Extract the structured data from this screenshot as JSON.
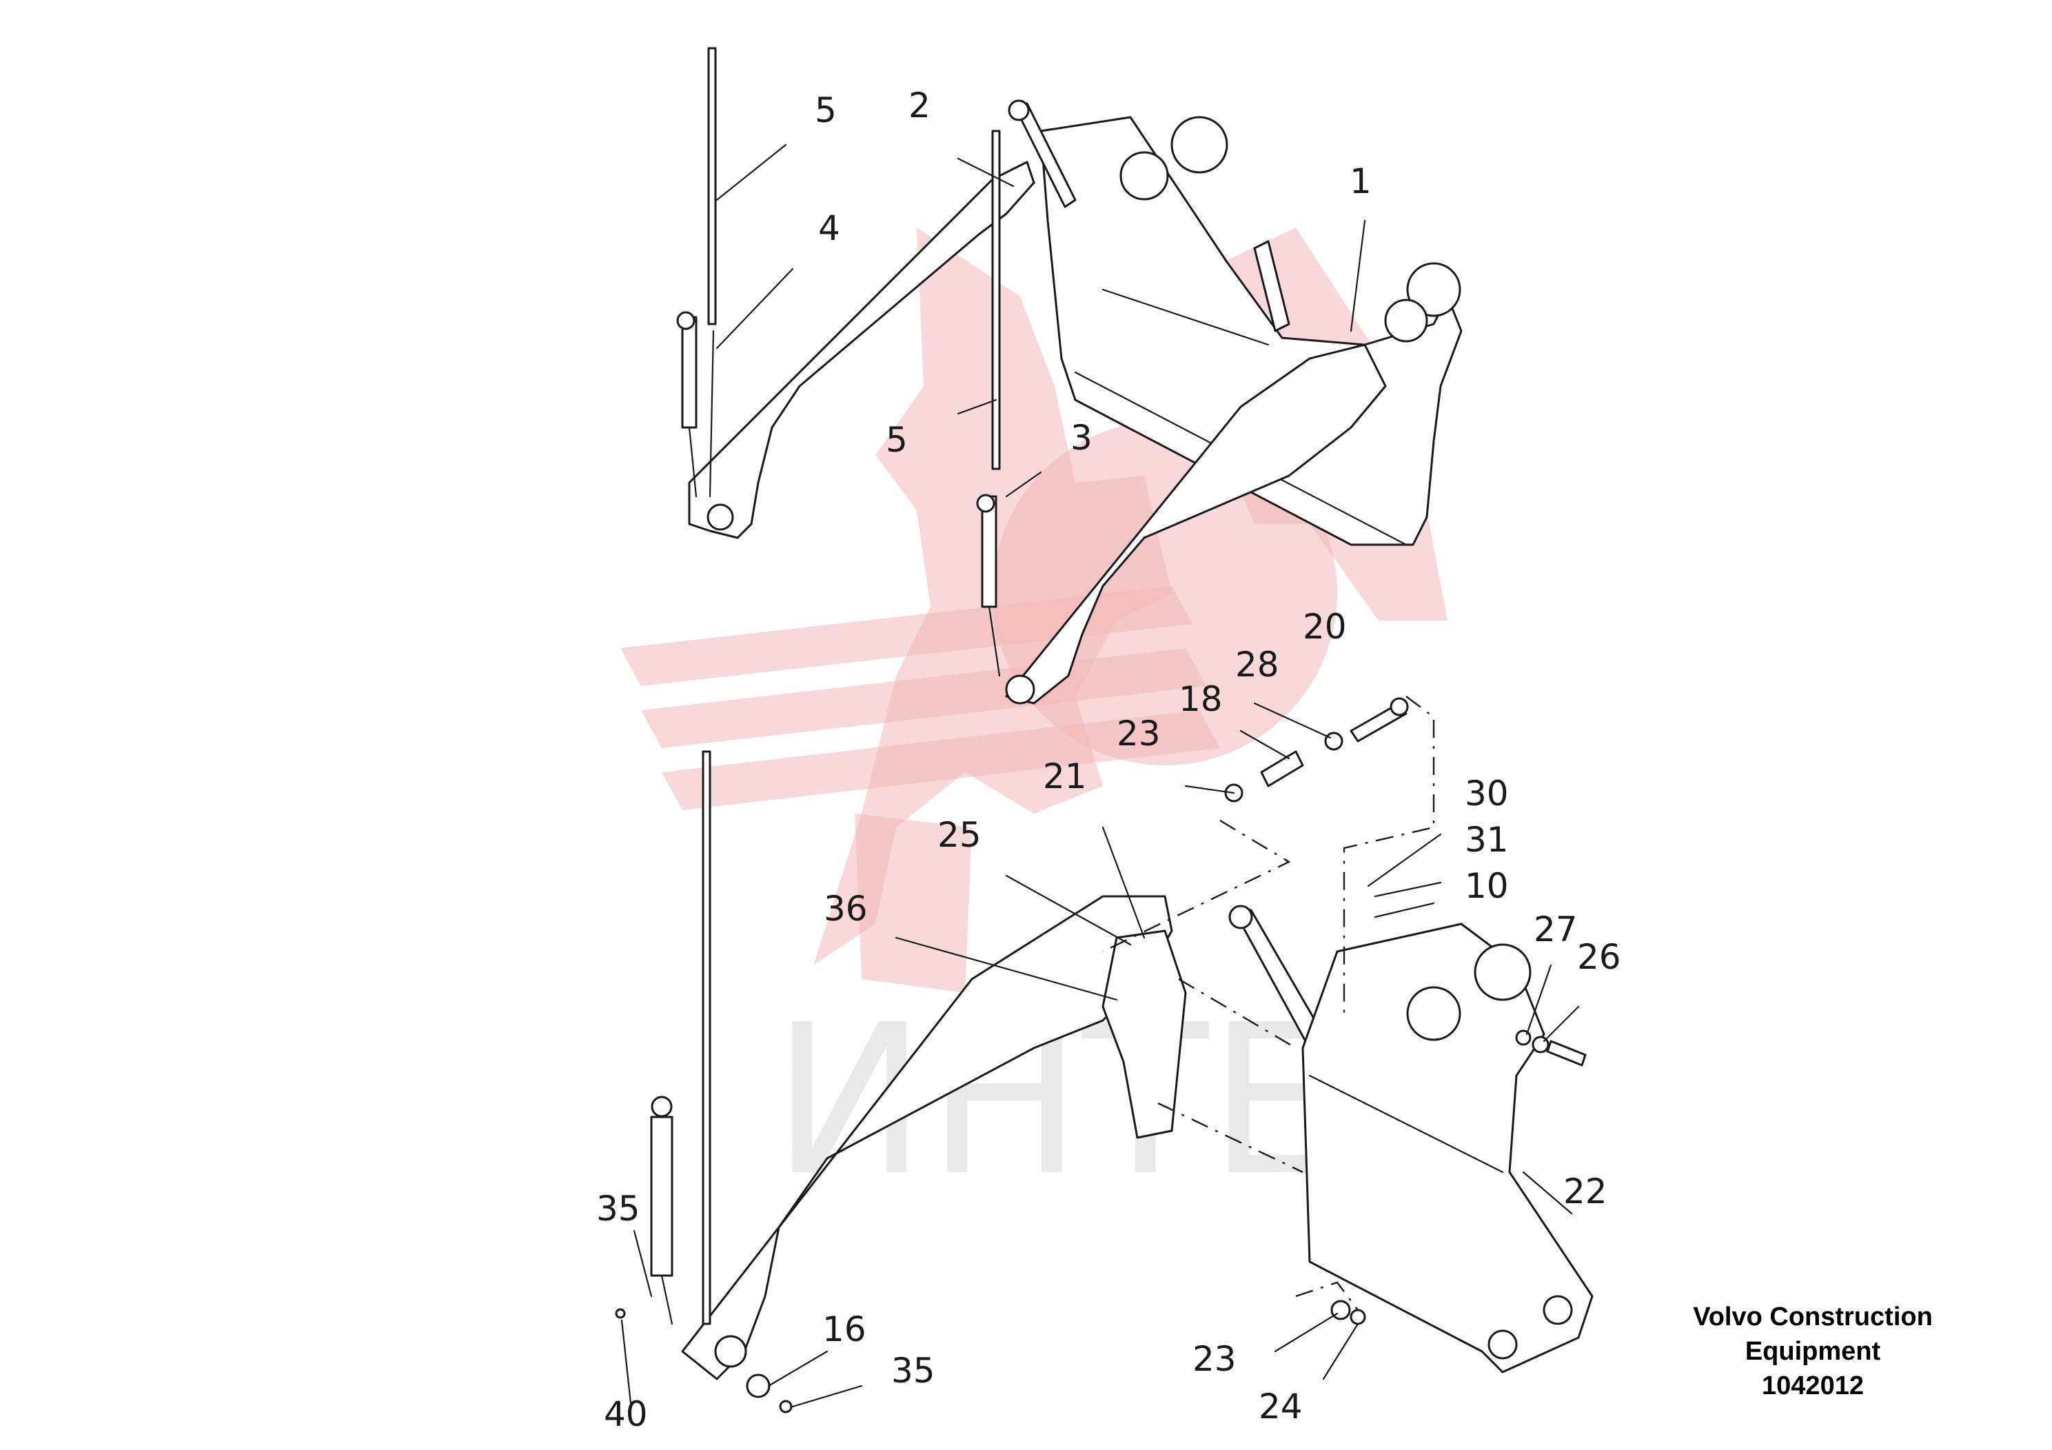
{
  "callouts": [
    "5",
    "2",
    "4",
    "1",
    "5",
    "3",
    "20",
    "28",
    "18",
    "23",
    "21",
    "30",
    "25",
    "31",
    "10",
    "36",
    "27",
    "26",
    "22",
    "35",
    "16",
    "35",
    "23",
    "40",
    "24"
  ],
  "watermark": {
    "text": "ИНТЕХ",
    "color": "#f2b8b8"
  },
  "credit": {
    "line1": "Volvo Construction",
    "line2": "Equipment",
    "code": "1042012"
  },
  "colors": {
    "line": "#1a1a1a",
    "background": "#ffffff",
    "watermark": "#f2b8b8"
  }
}
